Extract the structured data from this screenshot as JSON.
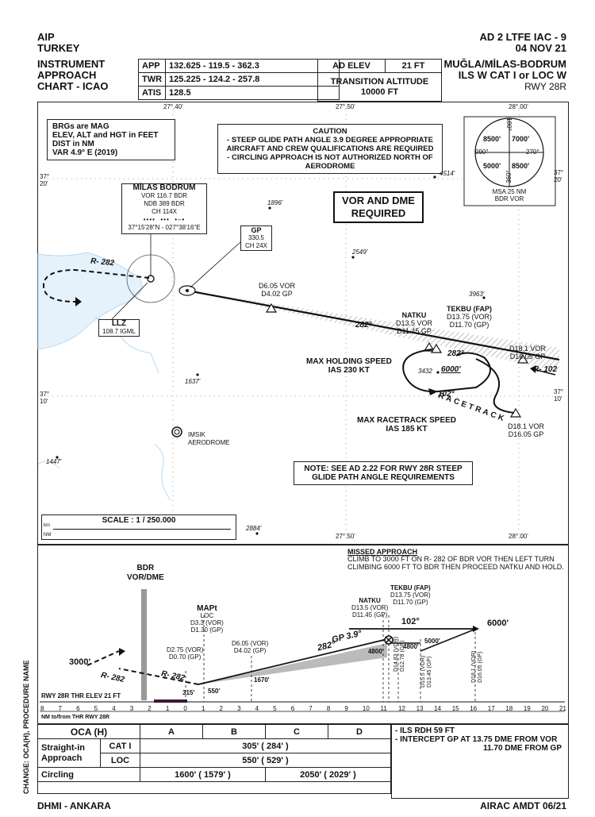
{
  "header": {
    "aip": "AIP",
    "country": "TURKEY",
    "doc_id": "AD 2 LTFE IAC - 9",
    "date": "04 NOV 21",
    "chart_type_l1": "INSTRUMENT",
    "chart_type_l2": "APPROACH",
    "chart_type_l3": "CHART - ICAO",
    "airport": "MUĞLA/MİLAS-BODRUM",
    "procedure": "ILS W CAT I or LOC W",
    "runway": "RWY 28R"
  },
  "freq": {
    "app_label": "APP",
    "app": "132.625 - 119.5 - 362.3",
    "twr_label": "TWR",
    "twr": "125.225 - 124.2 - 257.8",
    "atis_label": "ATIS",
    "atis": "128.5",
    "elev_label": "AD ELEV",
    "elev": "21 FT",
    "trans_label": "TRANSITION ALTITUDE",
    "trans": "10000 FT"
  },
  "plan": {
    "notes_l1": "BRGs are MAG",
    "notes_l2": "ELEV, ALT and HGT in FEET",
    "notes_l3": "DIST in NM",
    "notes_l4": "VAR 4.9° E (2019)",
    "caution_title": "CAUTION",
    "caution_l1": "- STEEP GLIDE PATH ANGLE 3.9 DEGREE APPROPRIATE",
    "caution_l2": "AIRCRAFT AND CREW QUALIFICATIONS ARE REQUIRED",
    "caution_l3": "- CIRCLING APPROACH IS NOT AUTHORIZED NORTH OF",
    "caution_l4": "AERODROME",
    "vor_dme_l1": "VOR AND DME",
    "vor_dme_l2": "REQUIRED",
    "note_l1": "NOTE: SEE AD 2.22 FOR RWY 28R STEEP",
    "note_l2": "GLIDE PATH ANGLE REQUIREMENTS",
    "scale_label": "SCALE : 1 / 250.000",
    "lon_2740": "27°.40'",
    "lon_2750": "27°.50'",
    "lon_2800": "28°.00'",
    "lat_3720_deg": "37°",
    "lat_3720_min": "20'",
    "lat_3710_deg": "37°",
    "lat_3710_min": "10'",
    "elevs": [
      "4514'",
      "1896'",
      "2549'",
      "3963'",
      "1637'",
      "3432",
      "1447'",
      "2884'"
    ],
    "bdr_name": "MİLAS BODRUM",
    "bdr_vor": "VOR 116.7 BDR",
    "bdr_ndb": "NDB 389 BDR",
    "bdr_ch": "CH 114X",
    "bdr_coord": "37°15'28\"N - 027°38'16\"E",
    "gp_name": "GP",
    "gp_freq": "330.5",
    "gp_ch": "CH 24X",
    "llz_name": "LLZ",
    "llz_freq": "108.7 IGML",
    "r282": "R- 282",
    "fix_605_l1": "D6.05 VOR",
    "fix_605_l2": "D4.02 GP",
    "natku_name": "NATKU",
    "natku_l1": "D13.5 VOR",
    "natku_l2": "D11.45 GP",
    "tekbu_name": "TEKBU (FAP)",
    "tekbu_l1": "D13.75 (VOR)",
    "tekbu_l2": "D11.70 (GP)",
    "d181_l1": "D18.1 VOR",
    "d181_l2": "D16.05 GP",
    "track_282": "282°",
    "track_102": "102°",
    "hold_alt": "6000'",
    "r102": "R- 102",
    "max_hold_l1": "MAX HOLDING SPEED",
    "max_hold_l2": "IAS 230 KT",
    "racetrack": "RACETRACK",
    "max_race_l1": "MAX RACETRACK SPEED",
    "max_race_l2": "IAS 185 KT",
    "imsik_l1": "IMSIK",
    "imsik_l2": "AERODROME",
    "msa_label_l1": "MSA 25 NM",
    "msa_label_l2": "BDR VOR",
    "msa_nw": "8500'",
    "msa_ne": "7000'",
    "msa_sw": "5000'",
    "msa_se": "8500'",
    "msa_180": "180°",
    "msa_090": "090°",
    "msa_270": "270°",
    "msa_360": "360°"
  },
  "profile": {
    "missed_title": "MISSED APPROACH",
    "missed_l1": "CLIMB TO 3000 FT ON R- 282 OF BDR VOR THEN LEFT TURN",
    "missed_l2": "CLIMBING 6000 FT TO BDR THEN PROCEED NATKU AND HOLD.",
    "bdr_l1": "BDR",
    "bdr_l2": "VOR/DME",
    "mapt": "MAPt",
    "mapt_loc": "LOC",
    "mapt_l1": "D3.3 (VOR)",
    "mapt_l2": "D1.30 (GP)",
    "d275_l1": "D2.75 (VOR)",
    "d275_l2": "D0.70 (GP)",
    "d605_l1": "D6.05 (VOR)",
    "d605_l2": "D4.02 (GP)",
    "natku": "NATKU",
    "natku_l1": "D13.5 (VOR)",
    "natku_l2": "D11.45 (GP)",
    "tekbu": "TEKBU (FAP)",
    "tekbu_l1": "D13.75 (VOR)",
    "tekbu_l2": "D11.70 (GP)",
    "alt_3000": "3000'",
    "alt_6000": "6000'",
    "alt_5000": "5000'",
    "alt_4800a": "4800'",
    "alt_4800b": "4800'",
    "alt_1670": "1670'",
    "alt_550": "550'",
    "alt_315": "315'",
    "gp_angle": "GP 3.9°",
    "trk_282": "282°",
    "trk_102": "102°",
    "r282a": "R- 282",
    "r282b": "R- 282",
    "d1483_l1": "D14.83 (VOR)",
    "d1483_l2": "D12.78 (GP)",
    "d155_l1": "D15.5 (VOR)",
    "d155_l2": "D13.45 (GP)",
    "d181_l1": "D18.1 (VOR)",
    "d181_l2": "D16.05 (GP)",
    "thr": "RWY 28R THR ELEV 21 FT",
    "nm_label": "NM to/from THR RWY 28R",
    "scale_nums": [
      "8",
      "7",
      "6",
      "5",
      "4",
      "3",
      "2",
      "1",
      "0",
      "1",
      "2",
      "3",
      "4",
      "5",
      "6",
      "7",
      "8",
      "9",
      "10",
      "11",
      "12",
      "13",
      "14",
      "15",
      "16",
      "17",
      "18",
      "19",
      "20",
      "21"
    ]
  },
  "oca": {
    "head": "OCA (H)",
    "cols": [
      "A",
      "B",
      "C",
      "D"
    ],
    "straight_l1": "Straight-in",
    "straight_l2": "Approach",
    "cat1": "CAT I",
    "cat1_val": "305' ( 284' )",
    "loc": "LOC",
    "loc_val": "550' ( 529' )",
    "circling": "Circling",
    "circ_ab": "1600' ( 1579' )",
    "circ_cd": "2050' ( 2029' )",
    "remark_l1": "- ILS RDH 59 FT",
    "remark_l2": "- INTERCEPT GP AT 13.75 DME FROM VOR",
    "remark_l3": "11.70 DME FROM GP"
  },
  "footer": {
    "change": "CHANGE: OCA(H), PROCEDURE NAME",
    "left": "DHMI - ANKARA",
    "right": "AIRAC AMDT 06/21"
  }
}
